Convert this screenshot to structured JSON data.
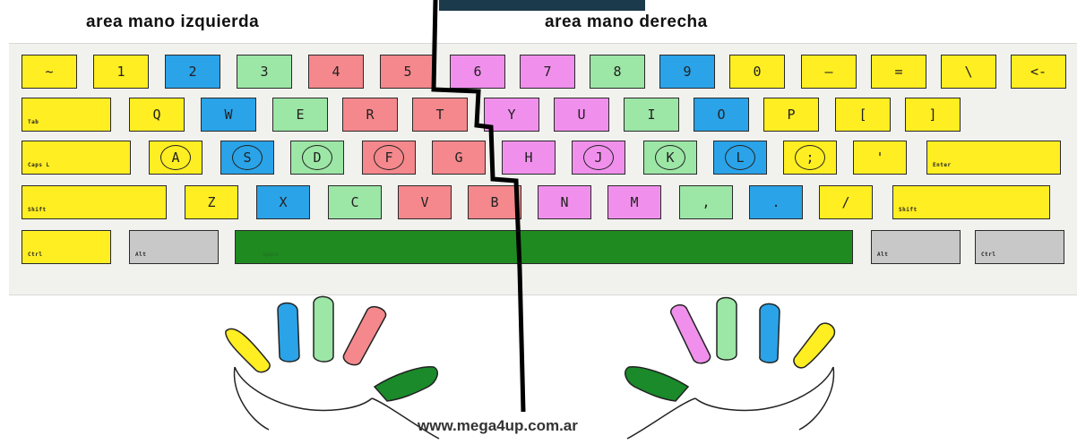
{
  "labels": {
    "left_area": "area mano izquierda",
    "right_area": "area mano derecha",
    "website": "www.mega4up.com.ar"
  },
  "colors": {
    "yellow": "#ffee22",
    "blue": "#2aa3e8",
    "green": "#9ce6a6",
    "red": "#f4888c",
    "pink": "#f090ec",
    "gray": "#c8c8c8",
    "space": "#1f8a1f",
    "thumb": "#1a8a2a"
  },
  "rows": [
    [
      {
        "label": "~",
        "color": "yellow"
      },
      {
        "label": "1",
        "color": "yellow"
      },
      {
        "label": "2",
        "color": "blue"
      },
      {
        "label": "3",
        "color": "green"
      },
      {
        "label": "4",
        "color": "red"
      },
      {
        "label": "5",
        "color": "red"
      },
      {
        "label": "6",
        "color": "pink"
      },
      {
        "label": "7",
        "color": "pink"
      },
      {
        "label": "8",
        "color": "green"
      },
      {
        "label": "9",
        "color": "blue"
      },
      {
        "label": "0",
        "color": "yellow"
      },
      {
        "label": "–",
        "color": "yellow"
      },
      {
        "label": "=",
        "color": "yellow"
      },
      {
        "label": "\\",
        "color": "yellow"
      },
      {
        "label": "<-",
        "color": "yellow"
      }
    ],
    [
      {
        "label": "Tab",
        "color": "yellow",
        "wide": true
      },
      {
        "label": "Q",
        "color": "yellow"
      },
      {
        "label": "W",
        "color": "blue"
      },
      {
        "label": "E",
        "color": "green"
      },
      {
        "label": "R",
        "color": "red"
      },
      {
        "label": "T",
        "color": "red"
      },
      {
        "label": "Y",
        "color": "pink"
      },
      {
        "label": "U",
        "color": "pink"
      },
      {
        "label": "I",
        "color": "green"
      },
      {
        "label": "O",
        "color": "blue"
      },
      {
        "label": "P",
        "color": "yellow"
      },
      {
        "label": "[",
        "color": "yellow"
      },
      {
        "label": "]",
        "color": "yellow"
      }
    ],
    [
      {
        "label": "Caps L",
        "color": "yellow",
        "wide": true
      },
      {
        "label": "A",
        "color": "yellow",
        "ring": true
      },
      {
        "label": "S",
        "color": "blue",
        "ring": true
      },
      {
        "label": "D",
        "color": "green",
        "ring": true
      },
      {
        "label": "F",
        "color": "red",
        "ring": true
      },
      {
        "label": "G",
        "color": "red"
      },
      {
        "label": "H",
        "color": "pink"
      },
      {
        "label": "J",
        "color": "pink",
        "ring": true
      },
      {
        "label": "K",
        "color": "green",
        "ring": true
      },
      {
        "label": "L",
        "color": "blue",
        "ring": true
      },
      {
        "label": ";",
        "color": "yellow",
        "ring": true
      },
      {
        "label": "'",
        "color": "yellow"
      },
      {
        "label": "Enter",
        "color": "yellow",
        "wide": true
      }
    ],
    [
      {
        "label": "Shift",
        "color": "yellow",
        "wide": true
      },
      {
        "label": "Z",
        "color": "yellow"
      },
      {
        "label": "X",
        "color": "blue"
      },
      {
        "label": "C",
        "color": "green"
      },
      {
        "label": "V",
        "color": "red"
      },
      {
        "label": "B",
        "color": "red"
      },
      {
        "label": "N",
        "color": "pink"
      },
      {
        "label": "M",
        "color": "pink"
      },
      {
        "label": ",",
        "color": "green"
      },
      {
        "label": ".",
        "color": "blue"
      },
      {
        "label": "/",
        "color": "yellow"
      },
      {
        "label": "Shift",
        "color": "yellow",
        "wide": true
      }
    ],
    [
      {
        "label": "Ctrl",
        "color": "yellow",
        "wide": true
      },
      {
        "label": "Alt",
        "color": "gray",
        "wide": true
      },
      {
        "label": "space",
        "color": "space",
        "space": true
      },
      {
        "label": "Alt",
        "color": "gray",
        "wide": true
      },
      {
        "label": "Ctrl",
        "color": "gray",
        "wide": true
      }
    ]
  ]
}
